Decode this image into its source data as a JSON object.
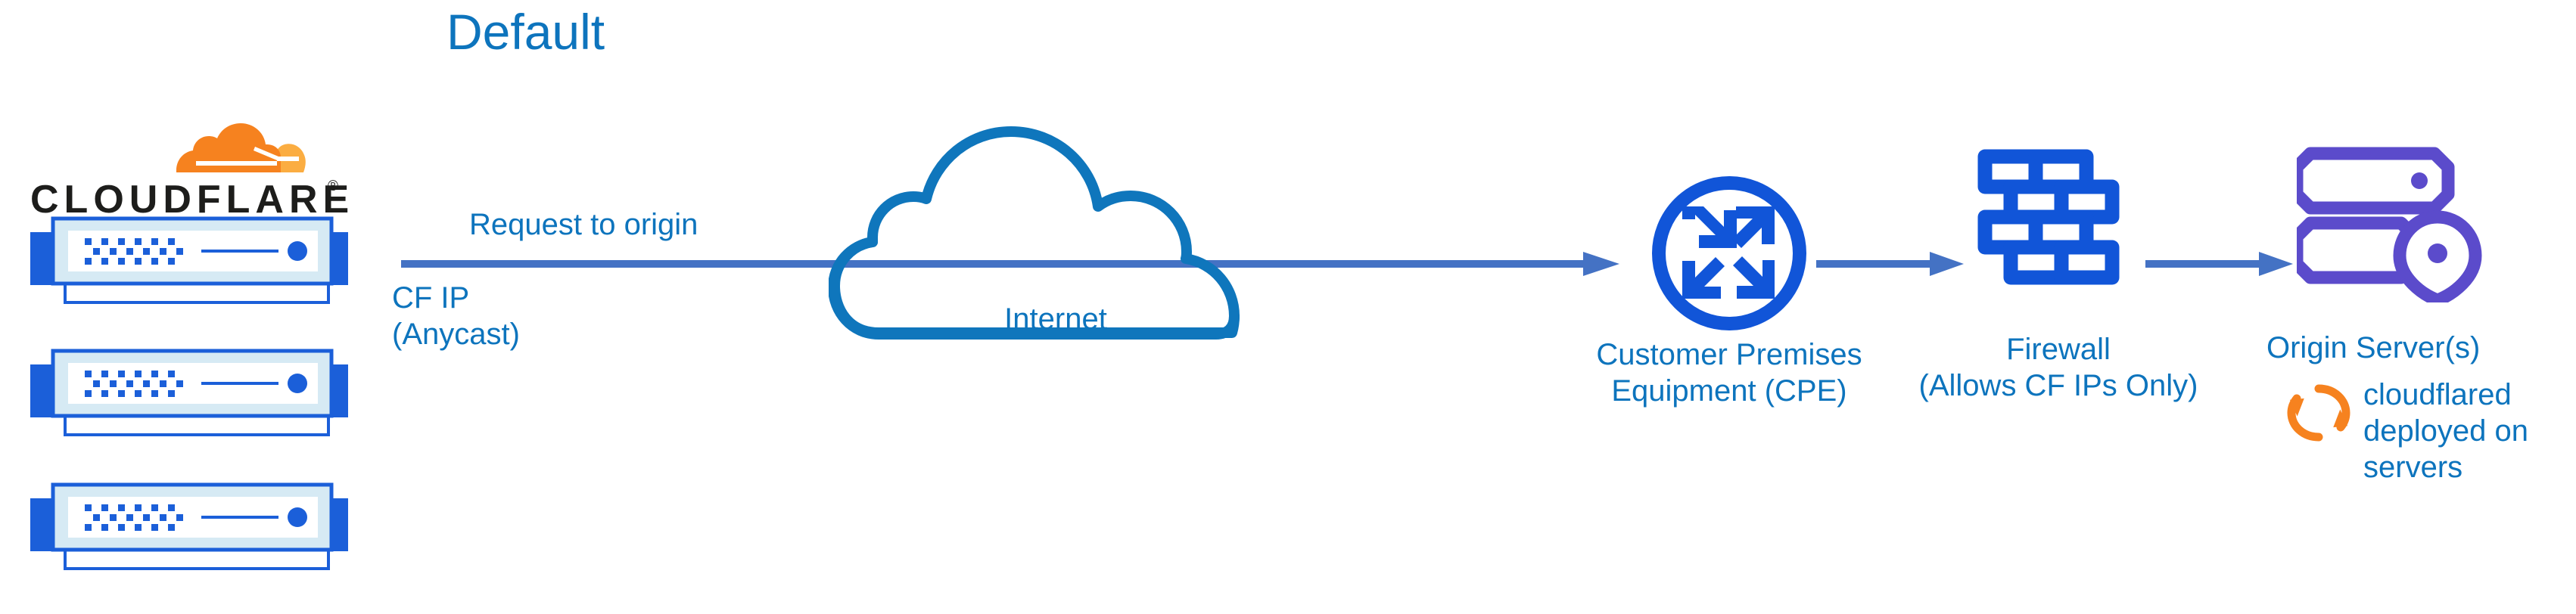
{
  "title": "Default",
  "brand": {
    "name": "CLOUDFLARE",
    "registered_mark": "®",
    "logo_orange": "#F6821F",
    "logo_orange_light": "#FBAD41",
    "wordmark_color": "#1D1D1B"
  },
  "colors": {
    "label_blue": "#0D74BD",
    "icon_blue": "#1155D8",
    "arrow_blue": "#4472C4",
    "cloud_blue": "#0F76BC",
    "origin_purple": "#5B4BCB",
    "device_fill_light": "#D6EAF4",
    "device_stroke": "#1B5FD9",
    "background": "#FFFFFF"
  },
  "nodes": {
    "cloudflare_edge": {
      "name": "cloudflare-edge",
      "icon": "server-stack-icon",
      "device_count": 3,
      "caption": "CF IP\n(Anycast)",
      "caption_lines": [
        "CF IP",
        "(Anycast)"
      ]
    },
    "internet": {
      "name": "internet",
      "icon": "cloud-icon",
      "label": "Internet"
    },
    "cpe": {
      "name": "customer-premises-equipment",
      "icon": "router-icon",
      "label_lines": [
        "Customer Premises",
        "Equipment (CPE)"
      ]
    },
    "firewall": {
      "name": "firewall",
      "icon": "brick-wall-icon",
      "label_lines": [
        "Firewall",
        "(Allows CF IPs Only)"
      ]
    },
    "origin": {
      "name": "origin-server",
      "icon": "server-location-icon",
      "label": "Origin Server(s)"
    }
  },
  "annotations": {
    "cloudflared": {
      "icon": "sync-refresh-icon",
      "text_lines": [
        "cloudflared",
        "deployed on",
        "servers"
      ],
      "text": "cloudflared deployed on servers",
      "icon_color": "#F6821F"
    }
  },
  "flows": [
    {
      "name": "request-to-origin",
      "label": "Request to origin",
      "from": "cloudflare-edge",
      "to": "customer-premises-equipment",
      "direction": "right"
    },
    {
      "name": "cpe-to-firewall",
      "label": "",
      "from": "customer-premises-equipment",
      "to": "firewall",
      "direction": "right"
    },
    {
      "name": "firewall-to-origin",
      "label": "",
      "from": "firewall",
      "to": "origin-server",
      "direction": "right"
    }
  ]
}
